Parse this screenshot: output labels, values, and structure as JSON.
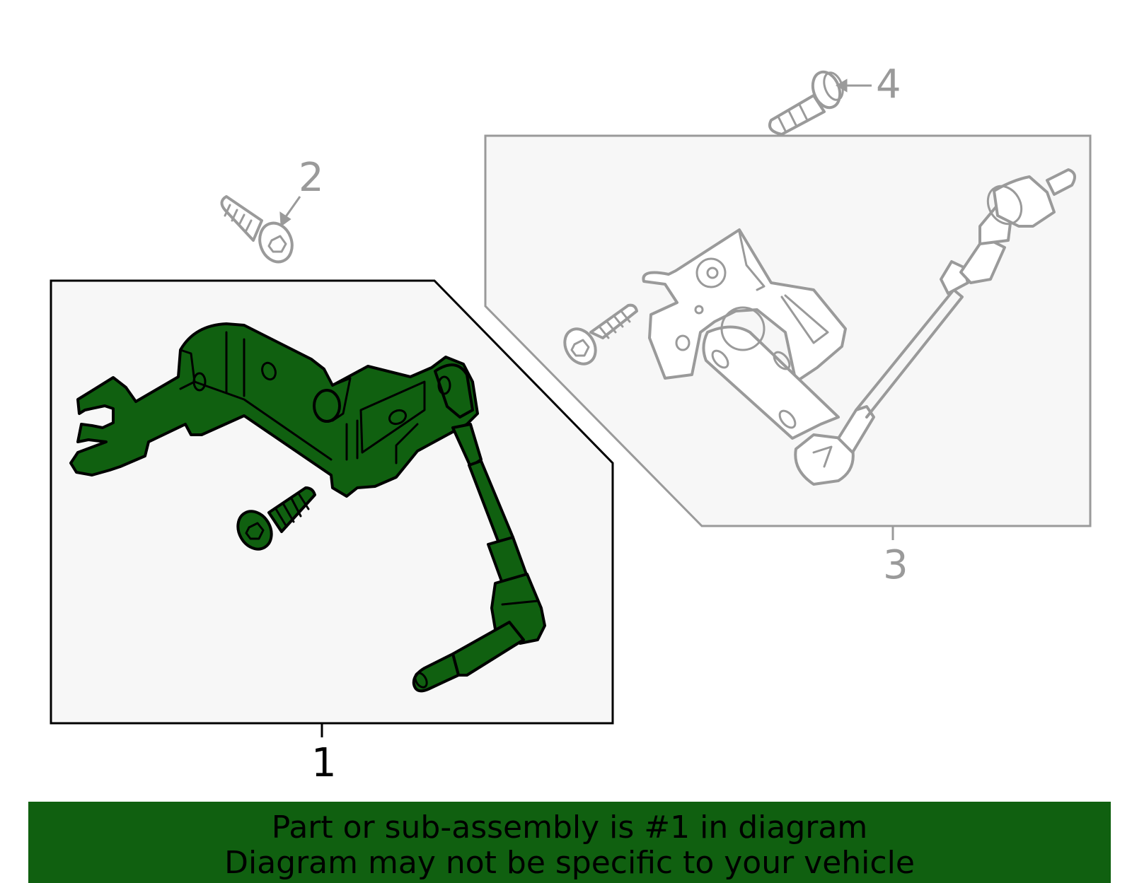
{
  "callouts": {
    "part1": "1",
    "part2": "2",
    "part3": "3",
    "part4": "4"
  },
  "banner": {
    "line1": "Part or sub-assembly is #1 in diagram",
    "line2": "Diagram may not be specific to your vehicle"
  },
  "colors": {
    "highlight_fill": "#106010",
    "highlight_outline": "#000000",
    "inactive_outline": "#9a9a9a",
    "panel_fill": "#f7f7f7",
    "banner_fill": "#106010"
  },
  "parts": [
    {
      "number": "1",
      "highlighted": true
    },
    {
      "number": "2",
      "highlighted": false
    },
    {
      "number": "3",
      "highlighted": false
    },
    {
      "number": "4",
      "highlighted": false
    }
  ]
}
